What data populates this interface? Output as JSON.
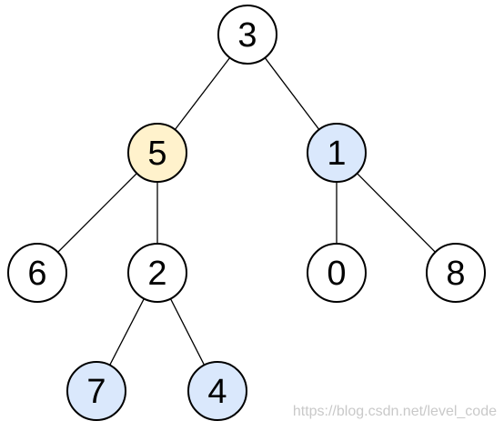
{
  "tree": {
    "nodes": [
      {
        "id": "n3",
        "label": "3",
        "fill": "#ffffff"
      },
      {
        "id": "n5",
        "label": "5",
        "fill": "#fff2cc"
      },
      {
        "id": "n1",
        "label": "1",
        "fill": "#dae8fc"
      },
      {
        "id": "n6",
        "label": "6",
        "fill": "#ffffff"
      },
      {
        "id": "n2",
        "label": "2",
        "fill": "#ffffff"
      },
      {
        "id": "n0",
        "label": "0",
        "fill": "#ffffff"
      },
      {
        "id": "n8",
        "label": "8",
        "fill": "#ffffff"
      },
      {
        "id": "n7",
        "label": "7",
        "fill": "#dae8fc"
      },
      {
        "id": "n4",
        "label": "4",
        "fill": "#dae8fc"
      }
    ],
    "edges": [
      [
        "n3",
        "n5"
      ],
      [
        "n3",
        "n1"
      ],
      [
        "n5",
        "n6"
      ],
      [
        "n5",
        "n2"
      ],
      [
        "n1",
        "n0"
      ],
      [
        "n1",
        "n8"
      ],
      [
        "n2",
        "n7"
      ],
      [
        "n2",
        "n4"
      ]
    ],
    "node_border_color": "#000000",
    "node_highlight_yellow": "#fff2cc",
    "node_highlight_blue": "#dae8fc"
  },
  "watermark": {
    "text": "https://blog.csdn.net/level_code"
  }
}
